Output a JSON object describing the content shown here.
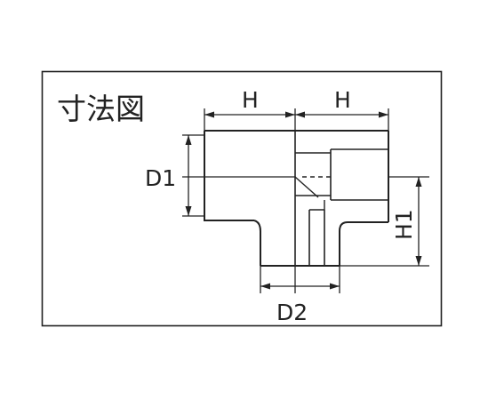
{
  "title": "寸法図",
  "dimensions": {
    "h_left": "H",
    "h_right": "H",
    "d1": "D1",
    "h1": "H1",
    "d2": "D2"
  },
  "colors": {
    "line": "#222222",
    "background": "#ffffff"
  }
}
